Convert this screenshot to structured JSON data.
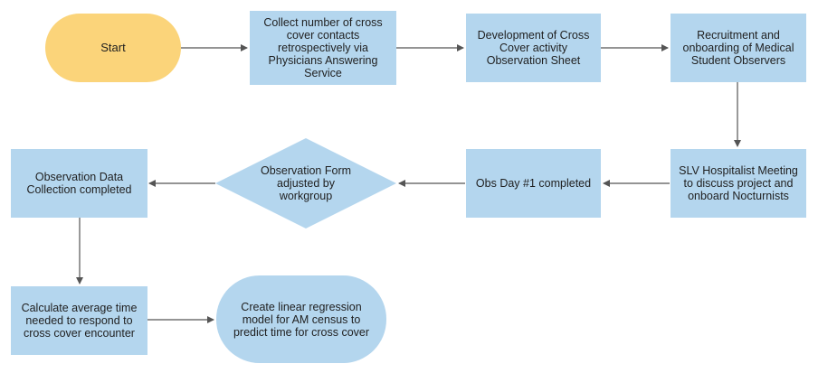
{
  "nodes": {
    "start": "Start",
    "collect": "Collect number of cross cover contacts retrospectively via Physicians Answering Service",
    "develop": "Development of Cross Cover activity Observation Sheet",
    "recruit": "Recruitment and onboarding of Medical Student Observers",
    "meeting": "SLV Hospitalist Meeting to discuss project and onboard Nocturnists",
    "obs_day": "Obs Day #1 completed",
    "form_adjusted": "Observation Form adjusted by workgroup",
    "data_collection": "Observation Data Collection completed",
    "calculate": "Calculate average time needed to respond to cross cover encounter",
    "regression": "Create linear regression model for AM census to predict time for cross cover"
  },
  "colors": {
    "process_fill": "#b4d6ee",
    "start_fill": "#fbd47a",
    "arrow": "#555555"
  }
}
